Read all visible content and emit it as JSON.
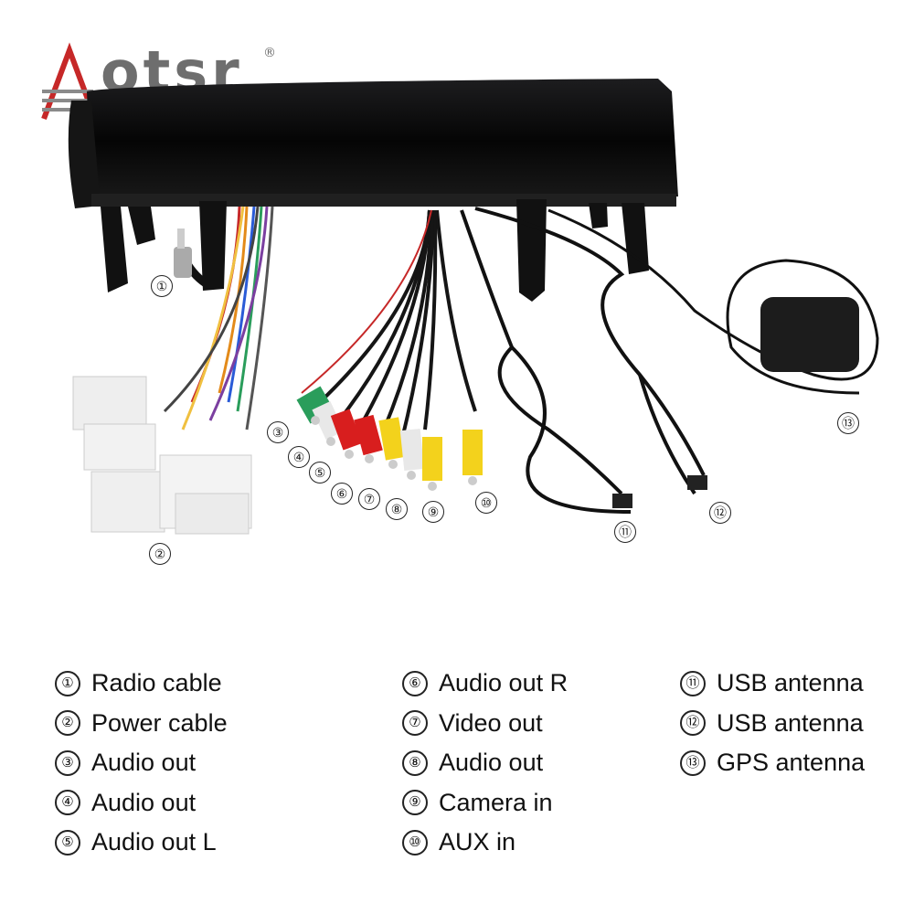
{
  "brand": {
    "logo_text": "Aotsr",
    "mark": "®"
  },
  "callouts": [
    "①",
    "②",
    "③",
    "④",
    "⑤",
    "⑥",
    "⑦",
    "⑧",
    "⑨",
    "⑩",
    "⑪",
    "⑫",
    "⑬"
  ],
  "legend": {
    "col1": [
      {
        "num": "①",
        "label": "Radio cable"
      },
      {
        "num": "②",
        "label": "Power cable"
      },
      {
        "num": "③",
        "label": "Audio out"
      },
      {
        "num": "④",
        "label": "Audio out"
      },
      {
        "num": "⑤",
        "label": "Audio out L"
      }
    ],
    "col2": [
      {
        "num": "⑥",
        "label": "Audio out R"
      },
      {
        "num": "⑦",
        "label": "Video out"
      },
      {
        "num": "⑧",
        "label": "Audio out"
      },
      {
        "num": "⑨",
        "label": "Camera in"
      },
      {
        "num": "⑩",
        "label": "AUX in"
      }
    ],
    "col3": [
      {
        "num": "⑪",
        "label": "USB antenna"
      },
      {
        "num": "⑫",
        "label": "USB antenna"
      },
      {
        "num": "⑬",
        "label": "GPS antenna"
      }
    ]
  },
  "colors": {
    "unit": "#0b0b0b",
    "connector": "#f2f2f2",
    "rca_red": "#d81e1e",
    "rca_yellow": "#f3d21c",
    "rca_white": "#e8e8e8",
    "rca_green": "#2a9d5b"
  }
}
